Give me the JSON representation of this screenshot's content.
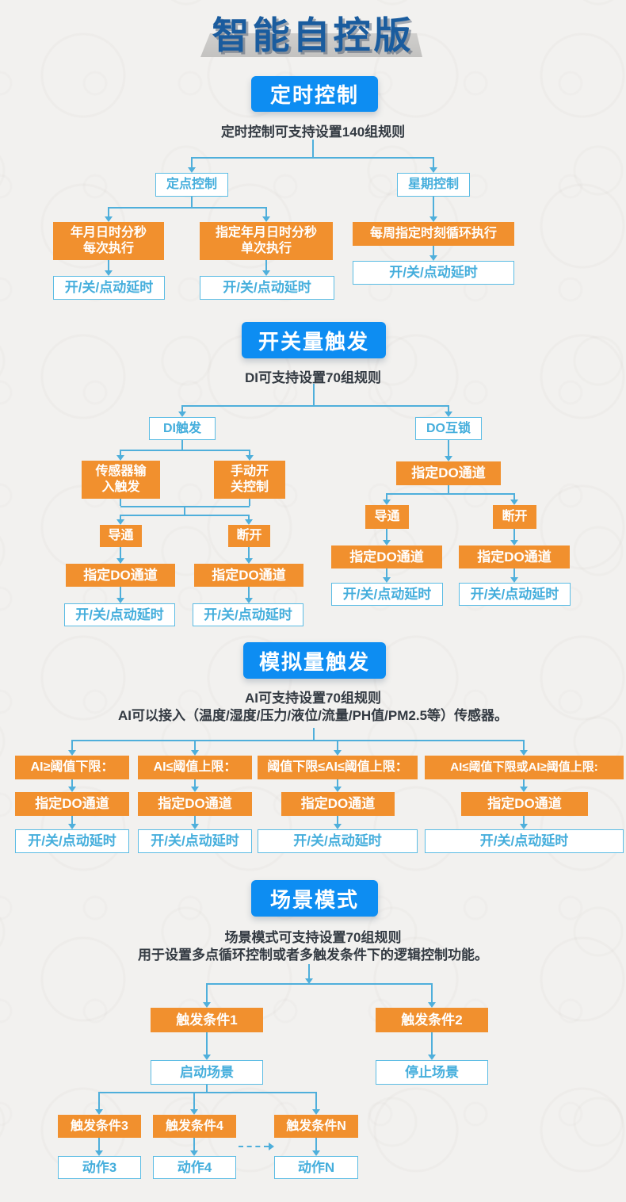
{
  "page": {
    "title": "智能自控版"
  },
  "colors": {
    "button_blue": "#0d8df2",
    "node_orange": "#f1902e",
    "line_blue": "#4fafdb",
    "outline_text_blue": "#45aedc",
    "title_blue": "#1a5c9e",
    "caption_dark": "#333a42"
  },
  "sections": [
    {
      "button": "定时控制",
      "captions": [
        "定时控制可支持设置140组规则"
      ],
      "nodes": {
        "fixed_point": "定点控制",
        "weekly": "星期控制",
        "every_time": "年月日时分秒\n每次执行",
        "once": "指定年月日时分秒\n单次执行",
        "weekly_loop": "每周指定时刻循环执行",
        "delay": "开/关/点动延时"
      }
    },
    {
      "button": "开关量触发",
      "captions": [
        "DI可支持设置70组规则"
      ],
      "nodes": {
        "di_trigger": "DI触发",
        "do_interlock": "DO互锁",
        "sensor_input": "传感器输\n入触发",
        "manual_switch": "手动开\n关控制",
        "conduct": "导通",
        "disconnect": "断开",
        "assign_do": "指定DO通道",
        "delay": "开/关/点动延时"
      }
    },
    {
      "button": "模拟量触发",
      "captions": [
        "AI可支持设置70组规则",
        "AI可以接入（温度/湿度/压力/液位/流量/PH值/PM2.5等）传感器。"
      ],
      "nodes": {
        "cond1": "AI≥阈值下限：",
        "cond2": "AI≤阈值上限：",
        "cond3": "阈值下限≤AI≤阈值上限：",
        "cond4": "AI≤阈值下限或AI≥阈值上限:",
        "assign_do": "指定DO通道",
        "delay": "开/关/点动延时"
      }
    },
    {
      "button": "场景模式",
      "captions": [
        "场景模式可支持设置70组规则",
        "用于设置多点循环控制或者多触发条件下的逻辑控制功能。"
      ],
      "nodes": {
        "cond1": "触发条件1",
        "cond2": "触发条件2",
        "start": "启动场景",
        "stop": "停止场景",
        "cond3": "触发条件3",
        "cond4": "触发条件4",
        "condN": "触发条件N",
        "act3": "动作3",
        "act4": "动作4",
        "actN": "动作N"
      }
    }
  ]
}
